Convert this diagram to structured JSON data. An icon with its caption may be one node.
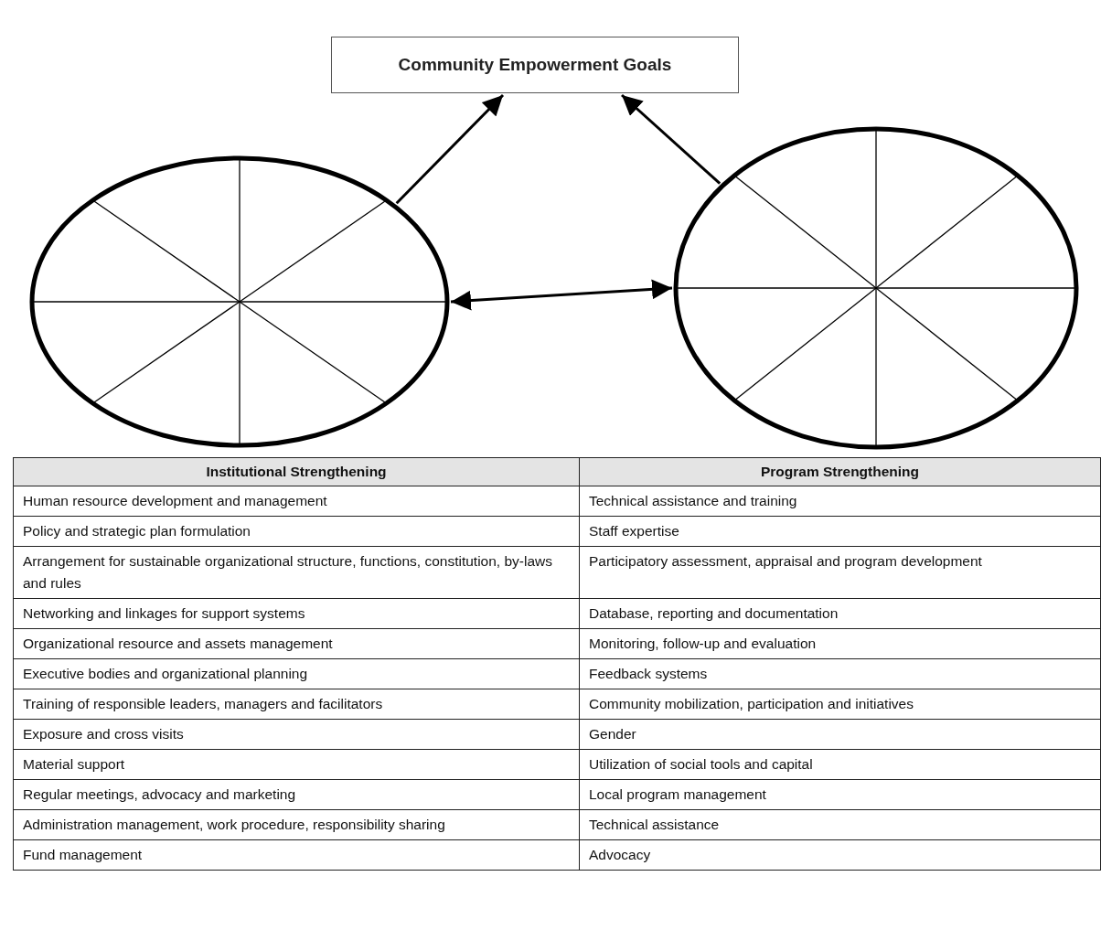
{
  "diagram": {
    "nodes": [
      {
        "text": [
          "Community Empowerment Goals"
        ]
      },
      {
        "text": [],
        "shape": "circle"
      },
      {
        "text": [],
        "shape": "circle"
      }
    ],
    "edges": [
      {
        "from": 1,
        "to": 0,
        "arrow": "to"
      },
      {
        "from": 2,
        "to": 0,
        "arrow": "to"
      },
      {
        "from": 1,
        "to": 2,
        "arrow": "both"
      }
    ],
    "labels": [
      "Institutional Strengthening",
      "Program Strengthening",
      "Human resource development and management",
      "Technical assistance and training",
      "Policy and strategic plan formulation",
      "Staff expertise",
      "Arrangement for sustainable organizational structure, functions, constitution, by-laws and rules",
      "Participatory assessment, appraisal and program development",
      "Networking and linkages for support systems",
      "Database, reporting and documentation",
      "Organizational resource and assets management",
      "Monitoring, follow-up and evaluation",
      "Executive bodies and organizational planning",
      "Feedback systems",
      "Training of responsible leaders, managers and facilitators",
      "Community mobilization, participation and initiatives",
      "Exposure and cross visits",
      "Gender",
      "Material support",
      "Utilization of social tools and capital",
      "Regular meetings, advocacy and marketing",
      "Local program management",
      "Administration management, work procedure, responsibility sharing",
      "Technical assistance",
      "Fund management",
      "Advocacy"
    ]
  }
}
